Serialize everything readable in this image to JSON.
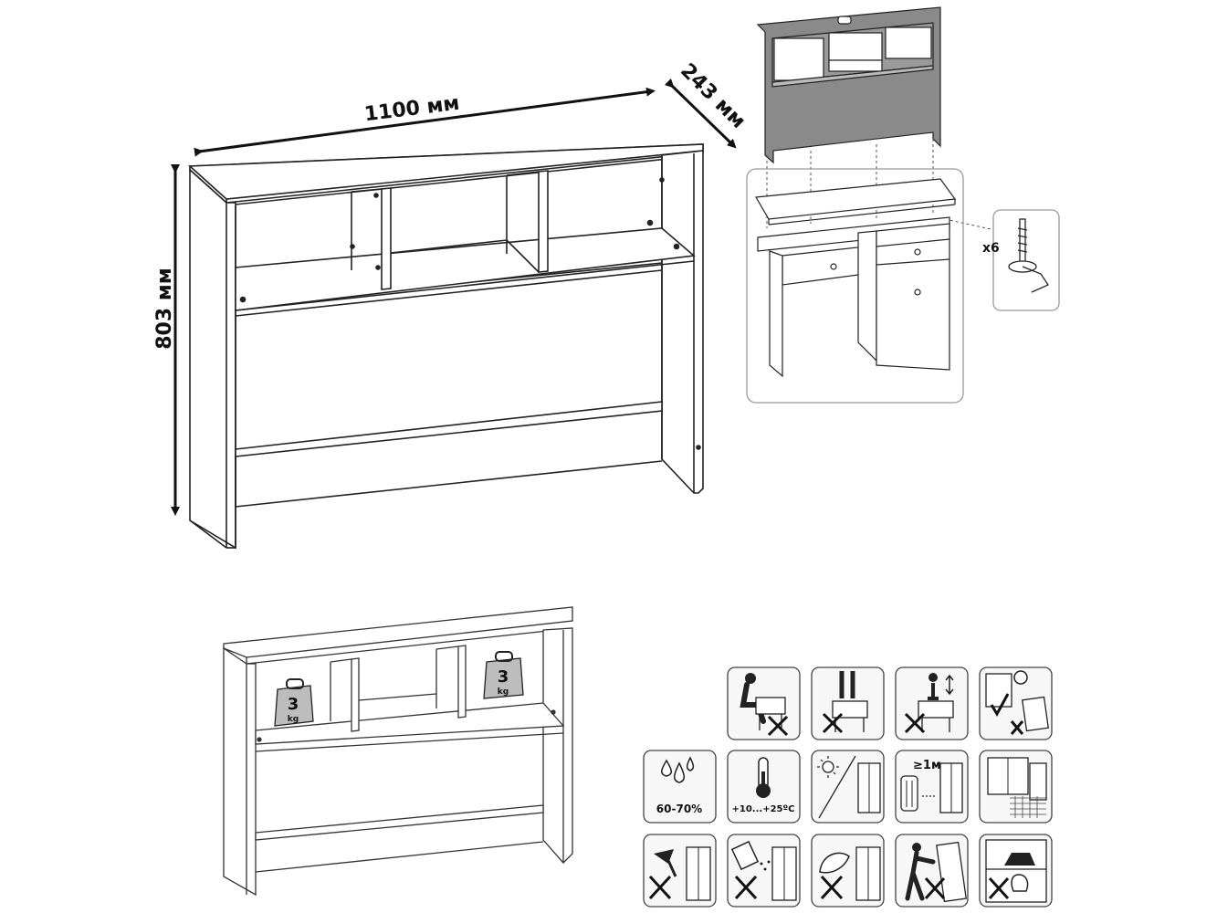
{
  "dimensions": {
    "width": "1100 мм",
    "depth": "243 мм",
    "height": "803 мм"
  },
  "assembly": {
    "fastener_count": "x6"
  },
  "load": {
    "shelf_left_value": "3",
    "shelf_left_unit": "kg",
    "shelf_right_value": "3",
    "shelf_right_unit": "kg"
  },
  "care_icons": {
    "humidity": "60-70%",
    "temperature": "+10...+25ºC",
    "distance": "≥1м"
  },
  "icon_names": [
    "no-sitting-icon",
    "no-standing-icon",
    "no-climbing-icon",
    "level-install-icon",
    "humidity-icon",
    "temperature-icon",
    "no-direct-sunlight-icon",
    "heater-distance-icon",
    "ventilation-icon",
    "no-sharp-objects-icon",
    "no-liquids-icon",
    "no-abrasive-cleaning-icon",
    "no-moving-loaded-icon",
    "no-heavy-load-icon"
  ],
  "colors": {
    "line": "#222222",
    "panel_fill": "#8a8a8a",
    "icon_border": "#444444",
    "icon_bg": "#f7f7f7"
  }
}
